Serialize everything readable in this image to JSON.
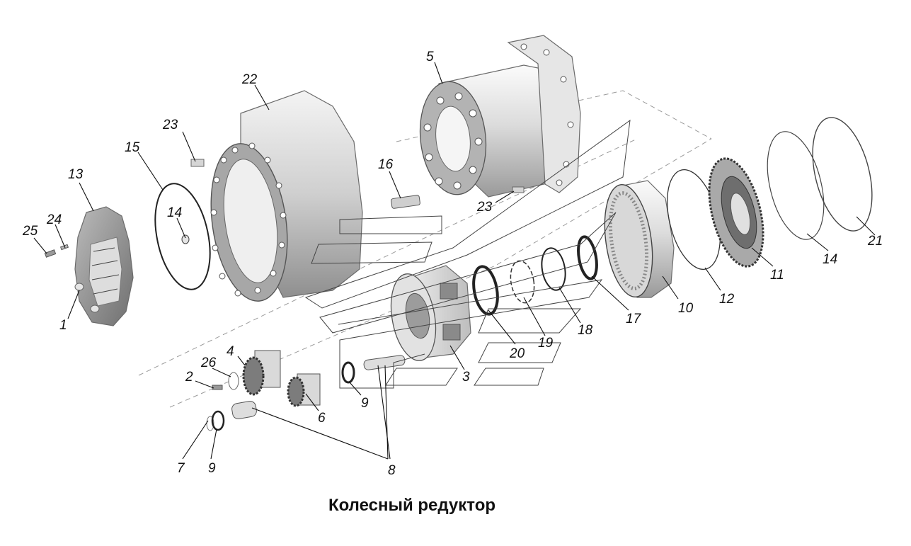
{
  "caption": "Колесный редуктор",
  "callouts": [
    {
      "num": "1",
      "part": "1"
    },
    {
      "num": "2",
      "part": "2"
    },
    {
      "num": "3",
      "part": "3"
    },
    {
      "num": "4",
      "part": "4"
    },
    {
      "num": "5",
      "part": "5"
    },
    {
      "num": "6",
      "part": "6"
    },
    {
      "num": "7",
      "part": "7"
    },
    {
      "num": "8",
      "part": "8"
    },
    {
      "num": "9",
      "part": "9"
    },
    {
      "num": "9",
      "part": "9"
    },
    {
      "num": "10",
      "part": "10"
    },
    {
      "num": "11",
      "part": "11"
    },
    {
      "num": "12",
      "part": "12"
    },
    {
      "num": "13",
      "part": "13"
    },
    {
      "num": "14",
      "part": "14"
    },
    {
      "num": "14",
      "part": "14"
    },
    {
      "num": "15",
      "part": "15"
    },
    {
      "num": "16",
      "part": "16"
    },
    {
      "num": "17",
      "part": "17"
    },
    {
      "num": "18",
      "part": "18"
    },
    {
      "num": "19",
      "part": "19"
    },
    {
      "num": "20",
      "part": "20"
    },
    {
      "num": "21",
      "part": "21"
    },
    {
      "num": "22",
      "part": "22"
    },
    {
      "num": "23",
      "part": "23"
    },
    {
      "num": "23",
      "part": "23"
    },
    {
      "num": "24",
      "part": "24"
    },
    {
      "num": "25",
      "part": "25"
    },
    {
      "num": "26",
      "part": "26"
    }
  ]
}
